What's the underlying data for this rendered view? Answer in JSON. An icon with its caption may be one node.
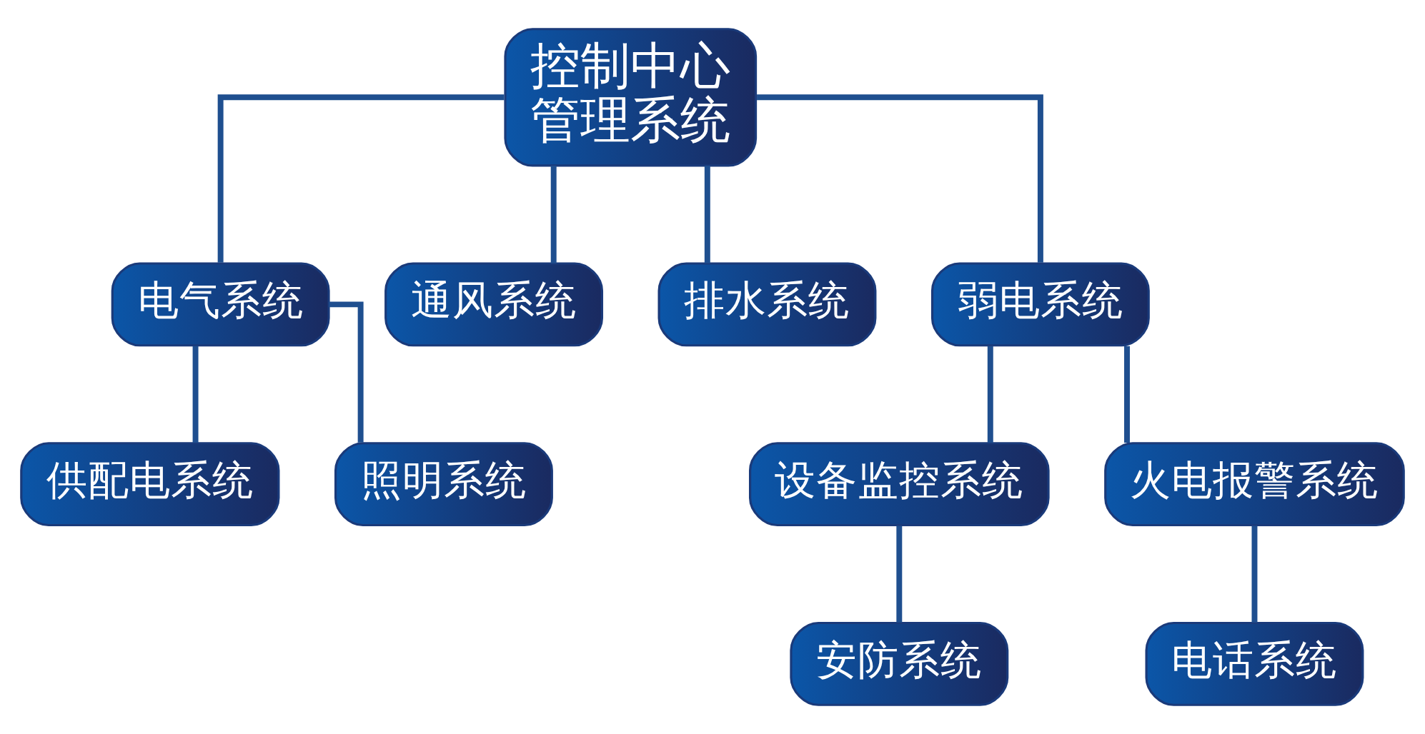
{
  "diagram": {
    "nodes": [
      {
        "text": [
          "控制中心管理系统"
        ]
      },
      {
        "text": [
          "电气系统"
        ]
      },
      {
        "text": [
          "通风系统"
        ]
      },
      {
        "text": [
          "排水系统"
        ]
      },
      {
        "text": [
          "弱电系统"
        ]
      },
      {
        "text": [
          "供配电系统"
        ]
      },
      {
        "text": [
          "照明系统"
        ]
      },
      {
        "text": [
          "设备监控系统"
        ]
      },
      {
        "text": [
          "火电报警系统"
        ]
      },
      {
        "text": [
          "安防系统"
        ]
      },
      {
        "text": [
          "电话系统"
        ]
      }
    ],
    "edges": [
      {
        "from": 0,
        "to": 1,
        "arrow": "none"
      },
      {
        "from": 0,
        "to": 2,
        "arrow": "none"
      },
      {
        "from": 0,
        "to": 3,
        "arrow": "none"
      },
      {
        "from": 0,
        "to": 4,
        "arrow": "none"
      },
      {
        "from": 1,
        "to": 5,
        "arrow": "none"
      },
      {
        "from": 1,
        "to": 6,
        "arrow": "none"
      },
      {
        "from": 4,
        "to": 7,
        "arrow": "none"
      },
      {
        "from": 4,
        "to": 8,
        "arrow": "none"
      },
      {
        "from": 7,
        "to": 9,
        "arrow": "none"
      },
      {
        "from": 8,
        "to": 10,
        "arrow": "none"
      }
    ]
  }
}
